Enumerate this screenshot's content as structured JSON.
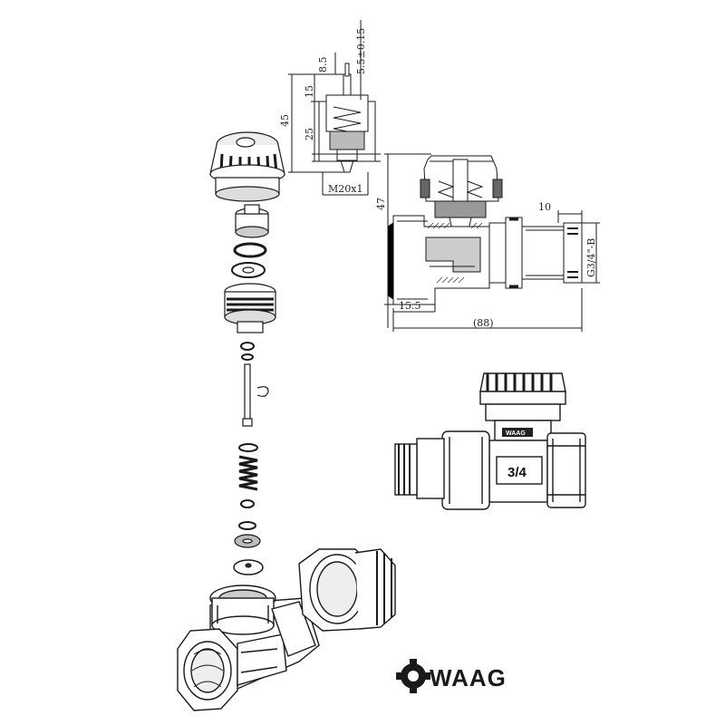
{
  "valve_insert_dims": {
    "stroke": "5.5±0.15",
    "top": "8.5",
    "mid": "15",
    "total": "45",
    "lower": "25",
    "thread": "M20x1"
  },
  "valve_body_dims": {
    "height": "47",
    "width_right": "10",
    "pipe_thread": "G3/4\"-B",
    "inlet": "15.5",
    "length": "(88)"
  },
  "product_label": "3/4",
  "brand": {
    "name": "WAAG",
    "stamp": "WAAG"
  },
  "colors": {
    "line": "#1a1a1a",
    "paper": "#ffffff",
    "shade": "#cfcfcf"
  }
}
